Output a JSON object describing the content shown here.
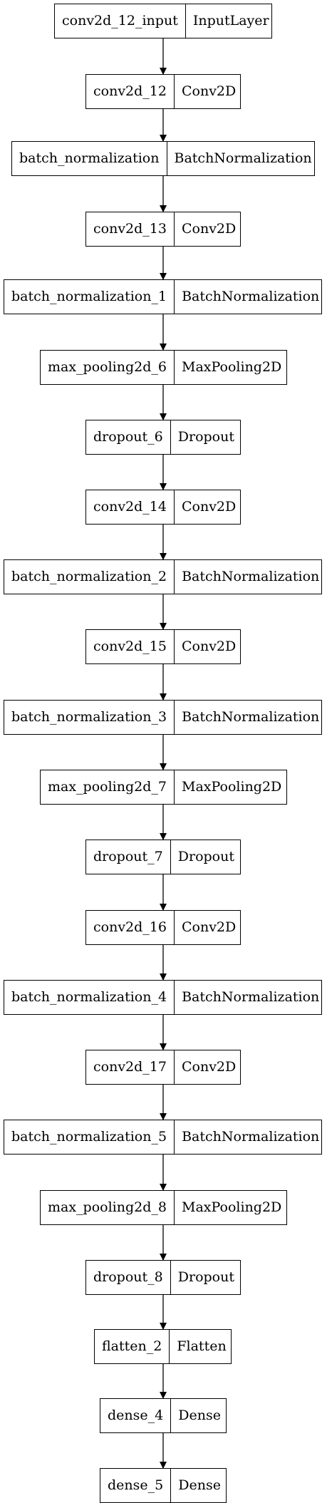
{
  "layers": [
    {
      "name": "conv2d_12_input",
      "type": "InputLayer"
    },
    {
      "name": "conv2d_12",
      "type": "Conv2D"
    },
    {
      "name": "batch_normalization",
      "type": "BatchNormalization"
    },
    {
      "name": "conv2d_13",
      "type": "Conv2D"
    },
    {
      "name": "batch_normalization_1",
      "type": "BatchNormalization"
    },
    {
      "name": "max_pooling2d_6",
      "type": "MaxPooling2D"
    },
    {
      "name": "dropout_6",
      "type": "Dropout"
    },
    {
      "name": "conv2d_14",
      "type": "Conv2D"
    },
    {
      "name": "batch_normalization_2",
      "type": "BatchNormalization"
    },
    {
      "name": "conv2d_15",
      "type": "Conv2D"
    },
    {
      "name": "batch_normalization_3",
      "type": "BatchNormalization"
    },
    {
      "name": "max_pooling2d_7",
      "type": "MaxPooling2D"
    },
    {
      "name": "dropout_7",
      "type": "Dropout"
    },
    {
      "name": "conv2d_16",
      "type": "Conv2D"
    },
    {
      "name": "batch_normalization_4",
      "type": "BatchNormalization"
    },
    {
      "name": "conv2d_17",
      "type": "Conv2D"
    },
    {
      "name": "batch_normalization_5",
      "type": "BatchNormalization"
    },
    {
      "name": "max_pooling2d_8",
      "type": "MaxPooling2D"
    },
    {
      "name": "dropout_8",
      "type": "Dropout"
    },
    {
      "name": "flatten_2",
      "type": "Flatten"
    },
    {
      "name": "dense_4",
      "type": "Dense"
    },
    {
      "name": "dense_5",
      "type": "Dense"
    }
  ]
}
